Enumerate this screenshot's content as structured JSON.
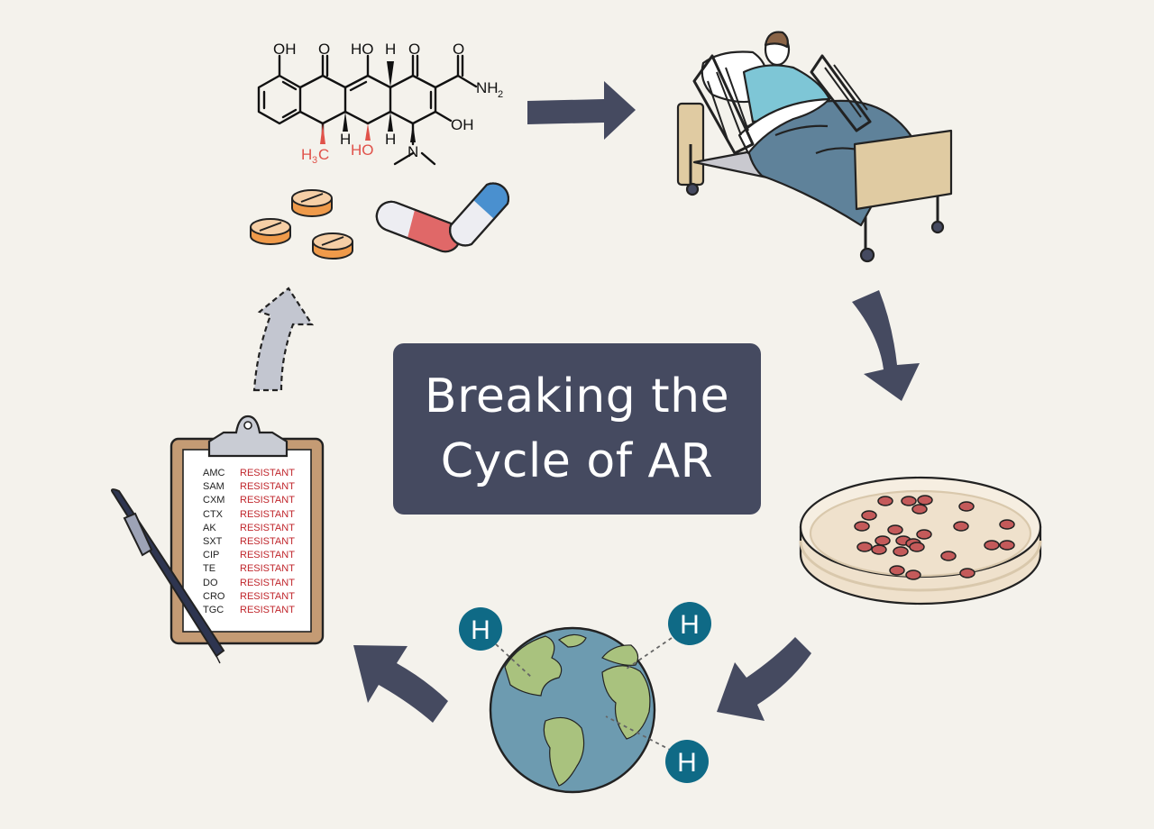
{
  "title": {
    "line1": "Breaking the",
    "line2": "Cycle of AR"
  },
  "molecule": {
    "labels": {
      "oh_left": "OH",
      "o_1": "O",
      "ho_mid": "HO",
      "h_top": "H",
      "o_2": "O",
      "o_3": "O",
      "nh2": "NH",
      "nh2_sub": "2",
      "oh_right": "OH",
      "h_left": "H",
      "h_right": "H",
      "h3c": "H",
      "h3c_sub": "3",
      "h3c_c": "C",
      "ho_red": "HO",
      "n": "N"
    },
    "colors": {
      "bond": "#111111",
      "red": "#e0524a"
    }
  },
  "hospital_badge": {
    "label": "H",
    "color": "#0f6a86"
  },
  "susceptibility_report": {
    "codes": [
      "AMC",
      "SAM",
      "CXM",
      "CTX",
      "AK",
      "SXT",
      "CIP",
      "TE",
      "DO",
      "CRO",
      "TGC"
    ],
    "results": [
      "RESISTANT",
      "RESISTANT",
      "RESISTANT",
      "RESISTANT",
      "RESISTANT",
      "RESISTANT",
      "RESISTANT",
      "RESISTANT",
      "RESISTANT",
      "RESISTANT",
      "RESISTANT"
    ]
  },
  "colors": {
    "background": "#f4f2ec",
    "arrow": "#454a60",
    "arrow_dashed": "#c3c6d0",
    "title_box": "#454a60",
    "resistant_text": "#c0262c",
    "colony": "#c45a5a",
    "agar": "#efe1cc",
    "ocean": "#6d9bb0",
    "land": "#a9c27e",
    "blanket": "#5f829a",
    "gown": "#7ec6d6",
    "bed_board": "#e0cba2"
  }
}
